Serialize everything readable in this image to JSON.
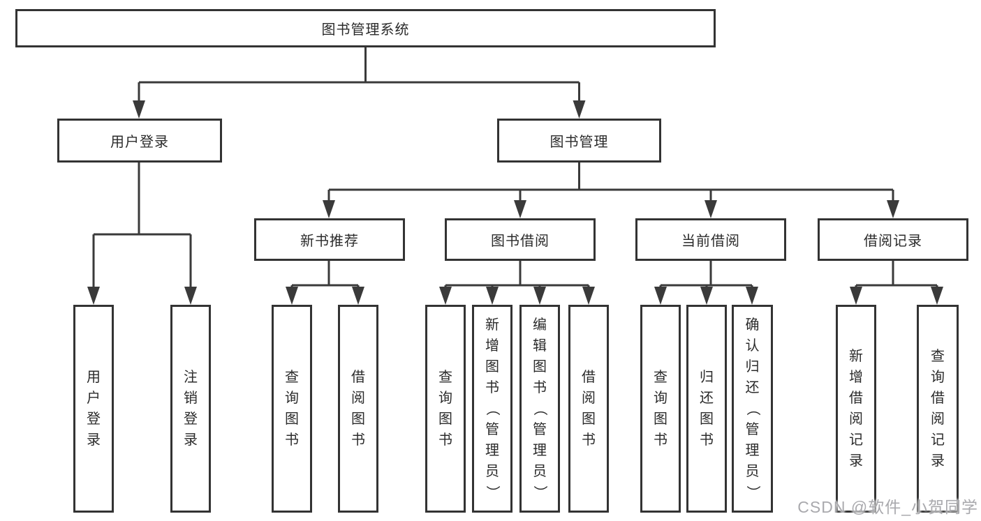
{
  "diagram": {
    "root": {
      "label": "图书管理系统"
    },
    "level2": [
      {
        "id": "user-login",
        "label": "用户登录"
      },
      {
        "id": "book-management",
        "label": "图书管理"
      }
    ],
    "level3": [
      {
        "id": "new-book-recommend",
        "label": "新书推荐"
      },
      {
        "id": "book-borrow",
        "label": "图书借阅"
      },
      {
        "id": "current-borrow",
        "label": "当前借阅"
      },
      {
        "id": "borrow-records",
        "label": "借阅记录"
      }
    ],
    "leaves": [
      {
        "group": "user-login",
        "label": "用户登录"
      },
      {
        "group": "user-login",
        "label": "注销登录"
      },
      {
        "group": "new-book-recommend",
        "label": "查询图书"
      },
      {
        "group": "new-book-recommend",
        "label": "借阅图书"
      },
      {
        "group": "book-borrow",
        "label": "查询图书"
      },
      {
        "group": "book-borrow",
        "label": "新增图书（管理员）"
      },
      {
        "group": "book-borrow",
        "label": "编辑图书（管理员）"
      },
      {
        "group": "book-borrow",
        "label": "借阅图书"
      },
      {
        "group": "current-borrow",
        "label": "查询图书"
      },
      {
        "group": "current-borrow",
        "label": "归还图书"
      },
      {
        "group": "current-borrow",
        "label": "确认归还（管理员）"
      },
      {
        "group": "borrow-records",
        "label": "新增借阅记录"
      },
      {
        "group": "borrow-records",
        "label": "查询借阅记录"
      }
    ],
    "watermark": "CSDN @软件_小贺同学",
    "colors": {
      "line": "#3a3a3a",
      "box_border": "#333333",
      "text": "#2b2b2b",
      "watermark": "#a9a9ad",
      "background": "#ffffff"
    }
  }
}
